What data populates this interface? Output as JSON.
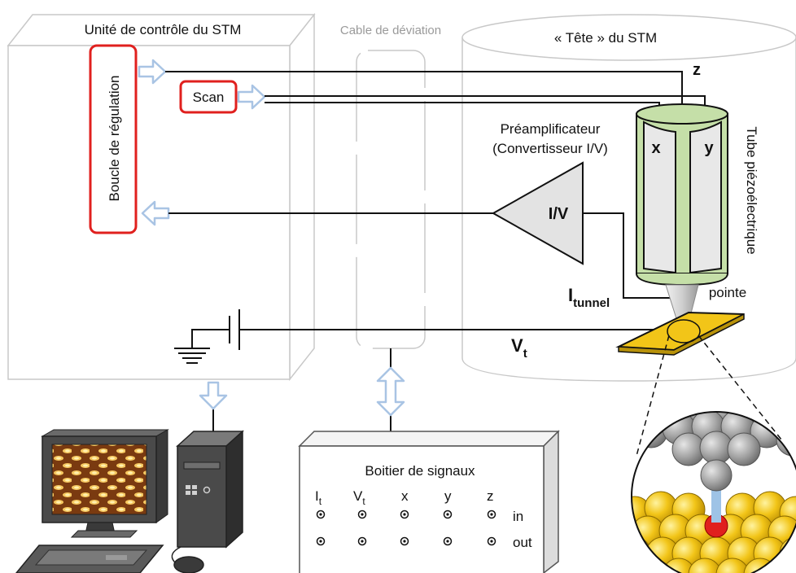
{
  "control_unit": {
    "title": "Unité de contrôle du STM",
    "feedback_loop": "Boucle de régulation",
    "scan": "Scan"
  },
  "cable": {
    "title": "Cable de déviation"
  },
  "stm_head": {
    "title": "« Tête » du STM",
    "z_label": "z",
    "x_label": "x",
    "y_label": "y",
    "tube_label": "Tube piézoélectrique",
    "preamp_line1": "Préamplificateur",
    "preamp_line2": "(Convertisseur I/V)",
    "preamp_symbol": "I/V",
    "current_main": "I",
    "current_sub": "tunnel",
    "tip_label": "pointe",
    "voltage_main": "V",
    "voltage_sub": "t"
  },
  "signal_box": {
    "title": "Boitier de signaux",
    "channels": [
      {
        "main": "I",
        "sub": "t"
      },
      {
        "main": "V",
        "sub": "t"
      },
      {
        "main": "x",
        "sub": ""
      },
      {
        "main": "y",
        "sub": ""
      },
      {
        "main": "z",
        "sub": ""
      }
    ],
    "row_in": "in",
    "row_out": "out"
  },
  "colors": {
    "highlight_red": "#e0201e",
    "arrow_blue": "#a9c4e4",
    "piezo_green": "#c5dfa8",
    "sample_gold": "#f2c518",
    "atom_gray": "#a6a6a6"
  }
}
